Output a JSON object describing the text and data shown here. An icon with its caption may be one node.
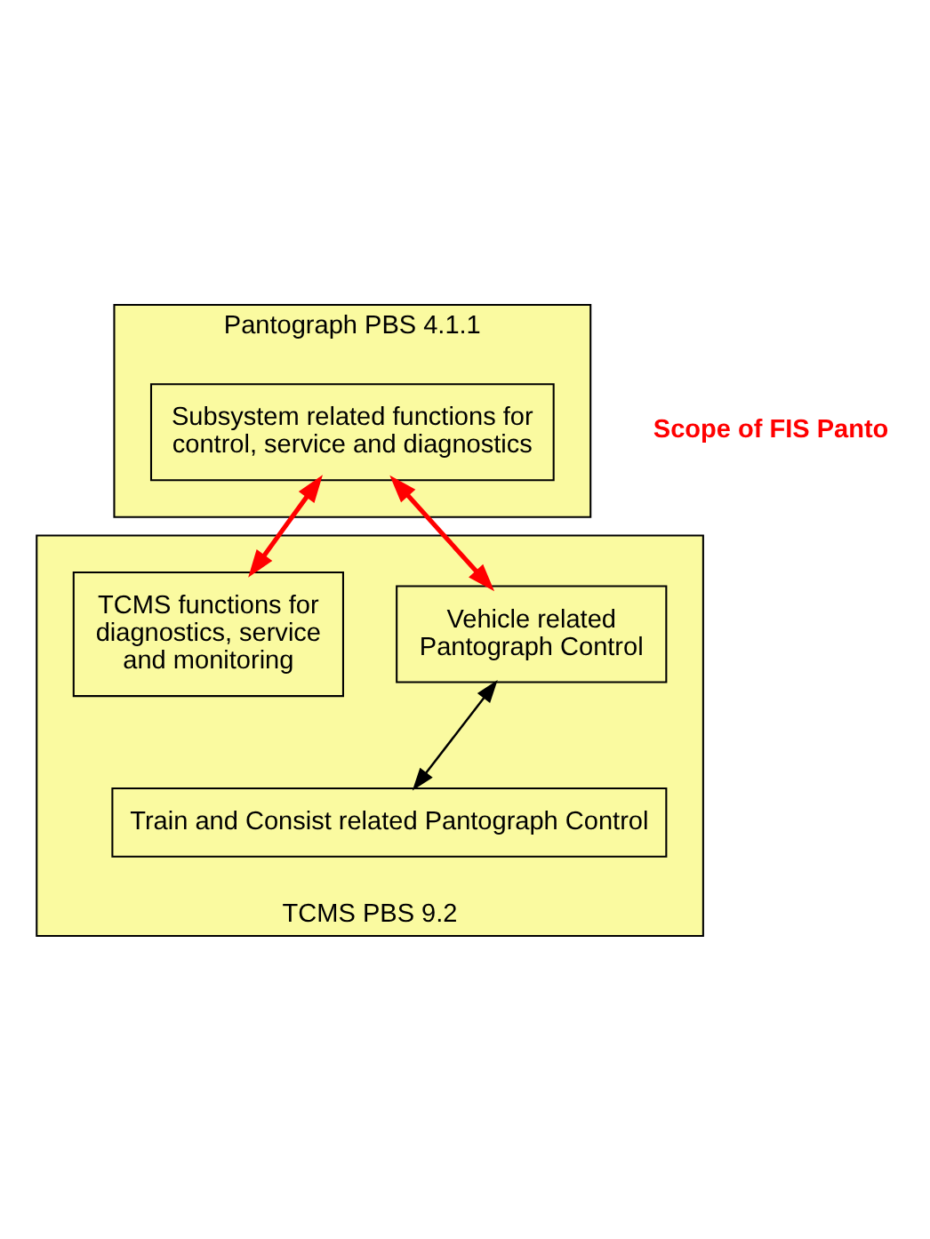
{
  "diagram": {
    "nodes": [
      {
        "text": [
          "Pantograph PBS 4.1.1"
        ]
      },
      {
        "text": [
          "Subsystem related functions for control, service and diagnostics"
        ],
        "in": 0
      },
      {
        "text": [
          "TCMS PBS 9.2"
        ]
      },
      {
        "text": [
          "Vehicle related Pantograph Control"
        ],
        "in": 2
      },
      {
        "text": [
          "TCMS functions for diagnostics, service and monitoring"
        ],
        "in": 2
      },
      {
        "text": [
          "Train and Consist related Pantograph Control"
        ],
        "in": 2
      }
    ],
    "edges": [
      {
        "from": 1,
        "to": 3,
        "arrow": "both"
      },
      {
        "from": 1,
        "to": 4,
        "arrow": "both"
      },
      {
        "from": 3,
        "to": 5,
        "arrow": "both",
        "color": "#000000"
      }
    ],
    "labels": [
      "Scope of FIS Panto"
    ]
  }
}
